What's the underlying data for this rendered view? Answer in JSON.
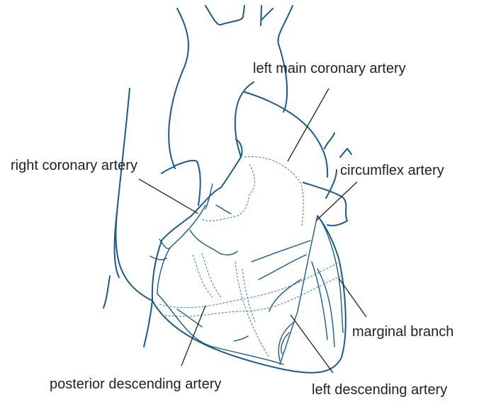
{
  "diagram": {
    "subject": "heart",
    "labels": {
      "left_main": "left main coronary artery",
      "right_coronary": "right coronary artery",
      "circumflex": "circumflex artery",
      "marginal": "marginal branch",
      "posterior_descending": "posterior descending artery",
      "left_descending": "left descending artery"
    },
    "colors": {
      "outline": "#1b5a8c",
      "text": "#222222"
    }
  }
}
